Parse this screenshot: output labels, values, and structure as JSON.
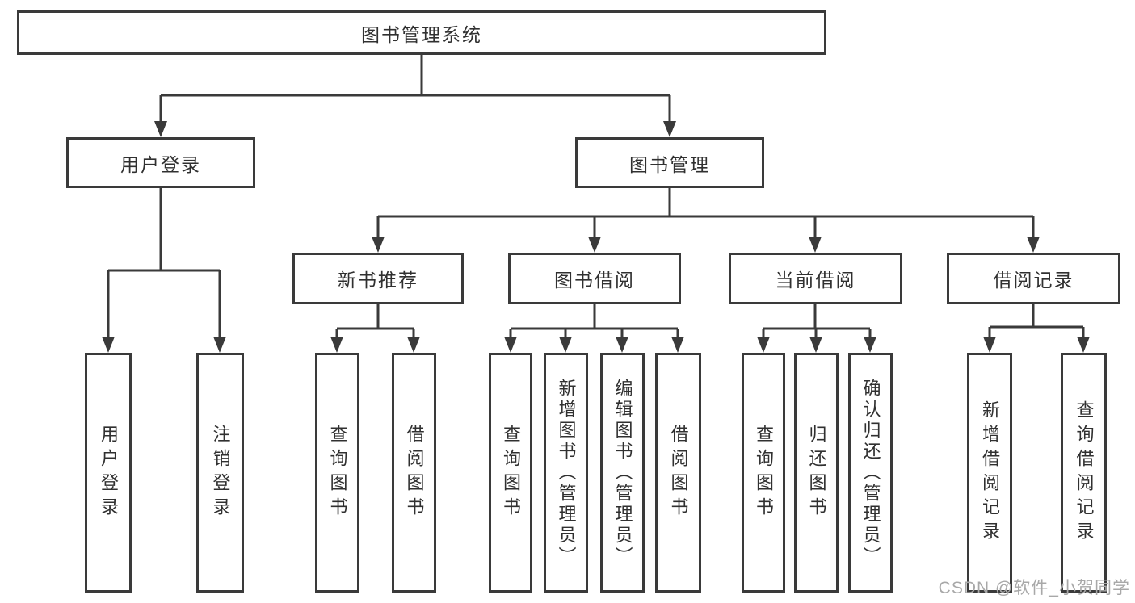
{
  "colors": {
    "line": "#3a3a3a",
    "text": "#303030",
    "watermark": "#a8a8a8",
    "background": "#ffffff"
  },
  "watermark": "CSDN @软件_小贺同学",
  "tree": {
    "root": {
      "label": "图书管理系统",
      "children": [
        {
          "label": "用户登录",
          "children": [
            {
              "label": "用户登录"
            },
            {
              "label": "注销登录"
            }
          ]
        },
        {
          "label": "图书管理",
          "children": [
            {
              "label": "新书推荐",
              "children": [
                {
                  "label": "查询图书"
                },
                {
                  "label": "借阅图书"
                }
              ]
            },
            {
              "label": "图书借阅",
              "children": [
                {
                  "label": "查询图书"
                },
                {
                  "label": "新增图书（管理员）"
                },
                {
                  "label": "编辑图书（管理员）"
                },
                {
                  "label": "借阅图书"
                }
              ]
            },
            {
              "label": "当前借阅",
              "children": [
                {
                  "label": "查询图书"
                },
                {
                  "label": "归还图书"
                },
                {
                  "label": "确认归还（管理员）"
                }
              ]
            },
            {
              "label": "借阅记录",
              "children": [
                {
                  "label": "新增借阅记录"
                },
                {
                  "label": "查询借阅记录"
                }
              ]
            }
          ]
        }
      ]
    }
  }
}
